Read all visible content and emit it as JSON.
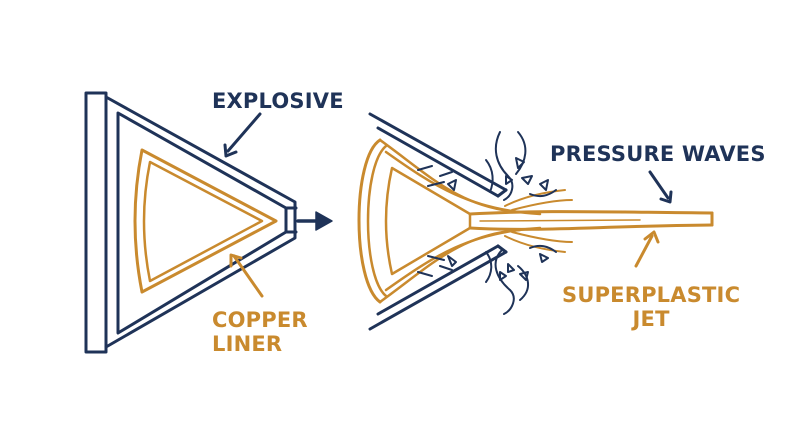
{
  "labels": {
    "explosive": "EXPLOSIVE",
    "copper_liner": [
      "COPPER",
      "LINER"
    ],
    "pressure_waves": "PRESSURE WAVES",
    "superplastic_jet": [
      "SUPERPLASTIC",
      "JET"
    ]
  },
  "colors": {
    "navy": "#1f3358",
    "copper": "#c98a2e",
    "background": "#ffffff"
  },
  "icons": [
    "transition-arrow-icon"
  ]
}
